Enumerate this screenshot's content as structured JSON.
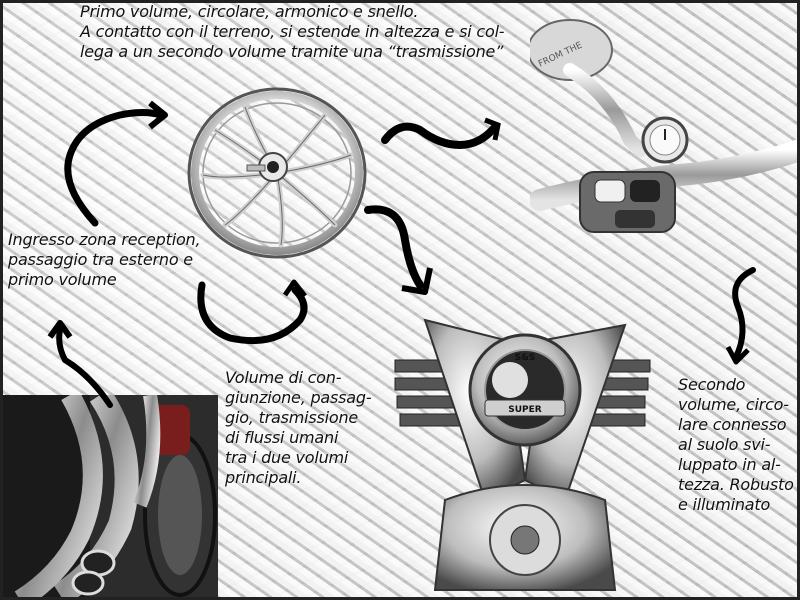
{
  "captions": {
    "primo_volume": "Primo volume, circolare, armonico e snello.\nA contatto con il terreno, si estende in altezza e si col-\nlega a un secondo volume tramite una “trasmissione”",
    "ingresso": "Ingresso zona reception,\npassaggio tra esterno e\nprimo volume",
    "congiunzione": "Volume di con-\ngiunzione, passag-\ngio, trasmissione\ndi flussi umani\ntra i due volumi\nprincipali.",
    "secondo_volume": "Secondo\nvolume, circo-\nlare connesso\nal suolo svi-\nluppato in al-\ntezza. Robusto\ne illuminato"
  },
  "images": {
    "wheel": "spoked-chrome-wheel",
    "handlebar": "chrome-handlebar-controls",
    "engine": "v-twin-engine",
    "exhaust": "chrome-exhaust-pipes",
    "engine_badge_top": "S&S",
    "engine_badge_bottom": "SUPER"
  },
  "colors": {
    "ink": "#111111",
    "chrome_light": "#f4f4f4",
    "chrome_dark": "#6e6e6e",
    "background": "#dcdcdc"
  }
}
